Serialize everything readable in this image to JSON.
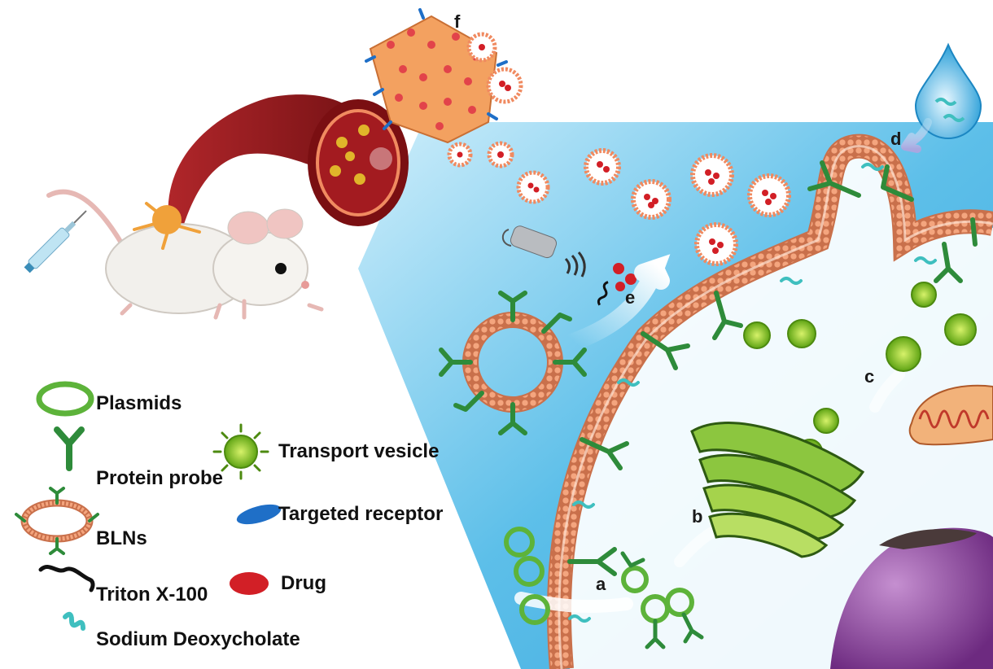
{
  "legend": {
    "plasmids": "Plasmids",
    "protein_probe": "Protein probe",
    "transport_vesicle": "Transport vesicle",
    "targeted_receptor": "Targeted receptor",
    "blns": "BLNs",
    "triton": "Triton X-100",
    "drug": "Drug",
    "sodium_deoxycholate": "Sodium Deoxycholate"
  },
  "steps": {
    "a": "a",
    "b": "b",
    "c": "c",
    "d": "d",
    "e": "e",
    "f": "f"
  },
  "colors": {
    "cell_blue": "#4fb6e6",
    "membrane_orange": "#f2a07a",
    "probe_green": "#2e8b3a",
    "plasmid_green": "#5db33a",
    "vesicle_green": "#7fc31c",
    "golgi_green": "#8cc63f",
    "vessel_red": "#9a1b1e",
    "drug_red": "#d21f26",
    "receptor_blue": "#1f6fc7",
    "deoxycholate_teal": "#3fbfbf",
    "nucleus_purple": "#8a3f9a",
    "mitochondria": "#e08a4a"
  },
  "icons": [
    "mouse",
    "syringe",
    "blood-vessel",
    "tumor-cells",
    "ultrasound-probe",
    "water-drop",
    "golgi",
    "mitochondrion",
    "nucleus"
  ]
}
